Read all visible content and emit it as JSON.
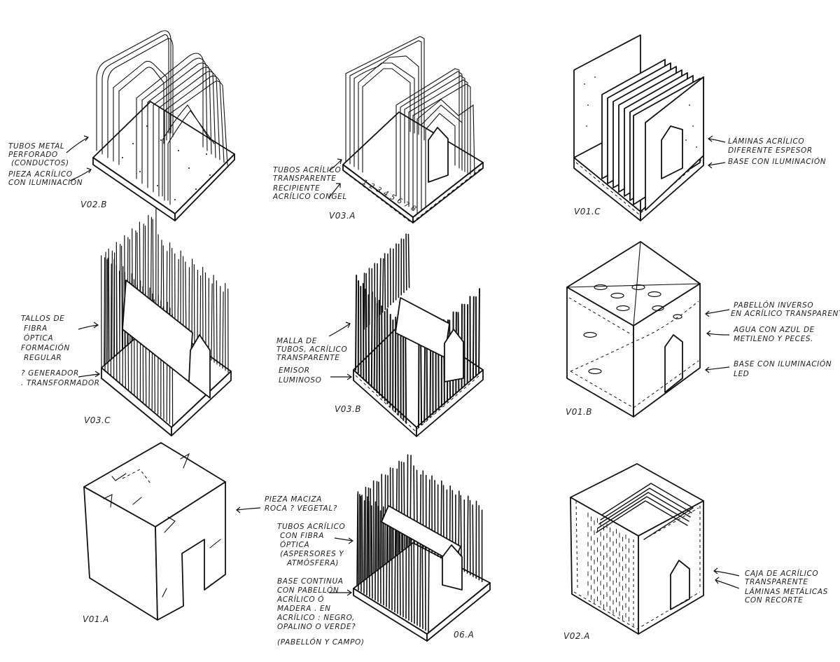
{
  "sketches": [
    {
      "id": "v02b",
      "code": "V02.B",
      "annotations": [
        "TUBOS METAL",
        "PERFORADO",
        "(CONDUCTOS)",
        "PIEZA ACRÍLICO",
        "CON ILUMINACIÓN"
      ]
    },
    {
      "id": "v03a",
      "code": "V03.A",
      "annotations": [
        "TUBOS ACRÍLICO",
        "TRANSPARENTE",
        "RECIPIENTE",
        "ACRÍLICO CONGEL"
      ],
      "numbers": "1 2 3 4 5 6 7 8"
    },
    {
      "id": "v01c",
      "code": "V01.C",
      "annotations": [
        "LÁMINAS ACRÍLICO",
        "DIFERENTE ESPESOR",
        "BASE CON ILUMINACIÓN"
      ]
    },
    {
      "id": "v03c",
      "code": "V03.C",
      "annotations": [
        "TALLOS DE",
        "FIBRA",
        "ÓPTICA",
        "FORMACIÓN",
        "REGULAR",
        "? GENERADOR",
        ". TRANSFORMADOR"
      ]
    },
    {
      "id": "v03b",
      "code": "V03.B",
      "annotations": [
        "MALLA DE",
        "TUBOS, ACRÍLICO",
        "TRANSPARENTE",
        "EMISOR",
        "LUMINOSO"
      ]
    },
    {
      "id": "v01b",
      "code": "V01.B",
      "annotations": [
        "PABELLÓN INVERSO",
        "EN ACRÍLICO TRANSPARENTE",
        "AGUA CON AZUL DE",
        "METILENO Y PECES.",
        "BASE CON ILUMINACIÓN",
        "LED"
      ]
    },
    {
      "id": "v01a",
      "code": "V01.A",
      "annotations": [
        "PIEZA MACIZA",
        "ROCA ? VEGETAL?"
      ]
    },
    {
      "id": "v06a",
      "code": "06.A",
      "annotations": [
        "TUBOS ACRÍLICO",
        "CON FIBRA",
        "ÓPTICA",
        "(ASPERSORES Y",
        "ATMÓSFERA)",
        "BASE CONTINUA",
        "CON PABELLÓN",
        "ACRÍLICO Ó",
        "MADERA . EN",
        "ACRÍLICO : NEGRO,",
        "OPALINO O VERDE?",
        "(PABELLÓN Y CAMPO)"
      ]
    },
    {
      "id": "v02a",
      "code": "V02.A",
      "annotations": [
        "CAJA DE ACRÍLICO",
        "TRANSPARENTE",
        "LÁMINAS METÁLICAS",
        "CON RECORTE"
      ]
    }
  ]
}
